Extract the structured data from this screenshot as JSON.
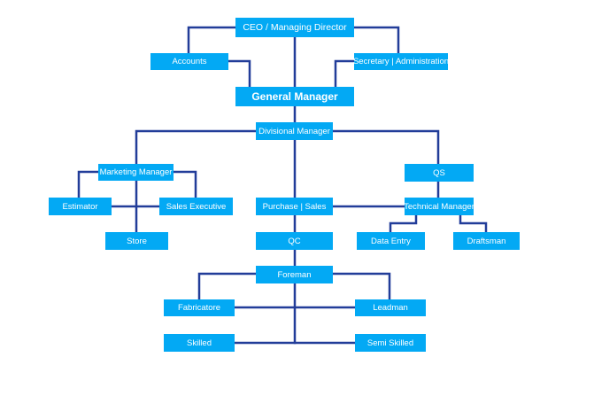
{
  "nodes": {
    "ceo": "CEO / Managing Director",
    "accounts": "Accounts",
    "secretary": "Secretary | Administration",
    "general_manager": "General Manager",
    "divisional_manager": "Divisional Manager",
    "marketing_manager": "Marketing Manager",
    "qs": "QS",
    "estimator": "Estimator",
    "sales_executive": "Sales Executive",
    "purchase_sales": "Purchase | Sales",
    "technical_manager": "Technical Manager",
    "store": "Store",
    "qc": "QC",
    "data_entry": "Data Entry",
    "draftsman": "Draftsman",
    "foreman": "Foreman",
    "fabricatore": "Fabricatore",
    "leadman": "Leadman",
    "skilled": "Skilled",
    "semi_skilled": "Semi Skilled"
  },
  "colors": {
    "box_fill": "#03a9f4",
    "box_text": "#ffffff",
    "connector": "#223d99"
  }
}
